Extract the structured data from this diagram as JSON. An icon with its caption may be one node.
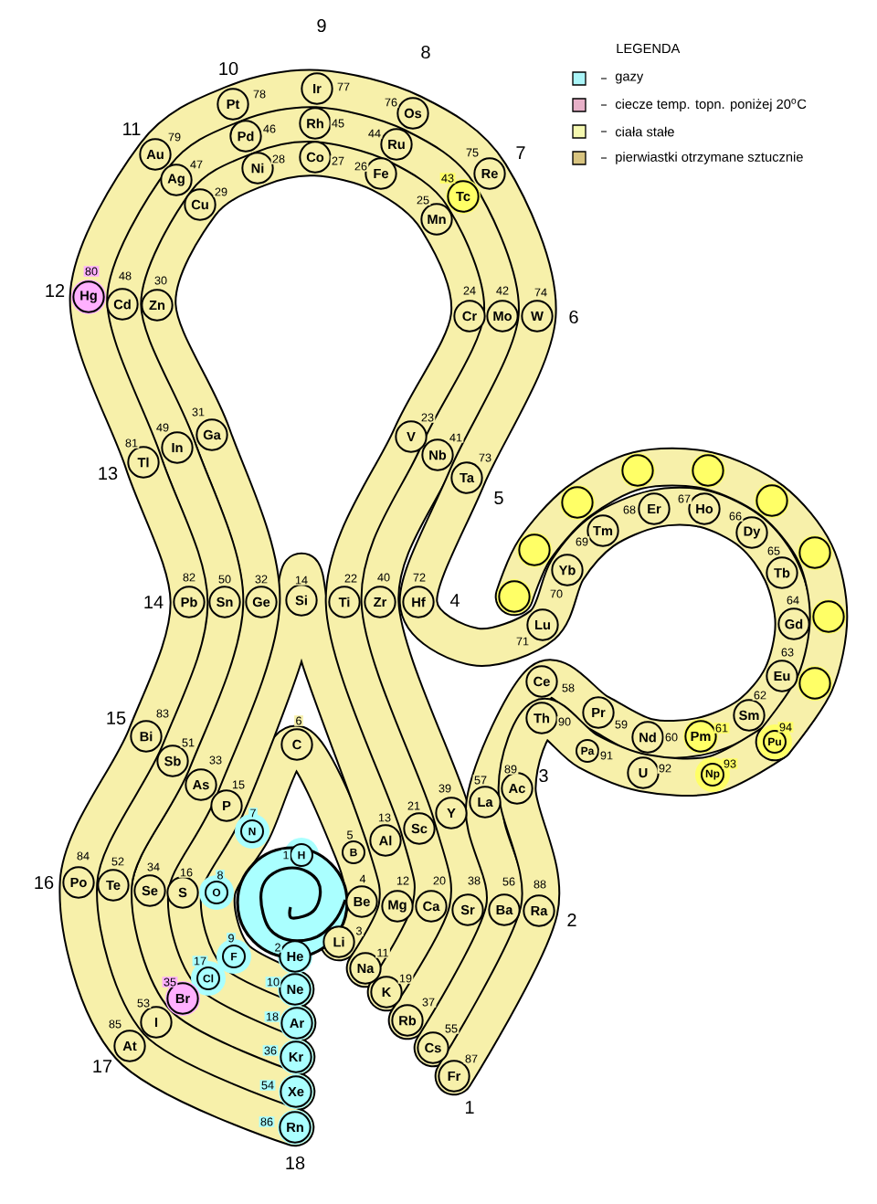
{
  "diagram": {
    "nodes": [
      {
        "text": [
          "H"
        ],
        "beside": [
          "1"
        ]
      },
      {
        "text": [
          "He"
        ],
        "beside": [
          "2"
        ]
      },
      {
        "text": [
          "Li"
        ],
        "beside": [
          "3"
        ]
      },
      {
        "text": [
          "Be"
        ],
        "beside": [
          "4"
        ]
      },
      {
        "text": [
          "B"
        ],
        "beside": [
          "5"
        ]
      },
      {
        "text": [
          "C"
        ],
        "beside": [
          "6"
        ]
      },
      {
        "text": [
          "N"
        ],
        "beside": [
          "7"
        ]
      },
      {
        "text": [
          "O"
        ],
        "beside": [
          "8"
        ]
      },
      {
        "text": [
          "F"
        ],
        "beside": [
          "9"
        ]
      },
      {
        "text": [
          "Ne"
        ],
        "beside": [
          "10"
        ]
      },
      {
        "text": [
          "Na"
        ],
        "beside": [
          "11"
        ]
      },
      {
        "text": [
          "Mg"
        ],
        "beside": [
          "12"
        ]
      },
      {
        "text": [
          "Al"
        ],
        "beside": [
          "13"
        ]
      },
      {
        "text": [
          "Si"
        ],
        "beside": [
          "14"
        ]
      },
      {
        "text": [
          "P"
        ],
        "beside": [
          "15"
        ]
      },
      {
        "text": [
          "S"
        ],
        "beside": [
          "16"
        ]
      },
      {
        "text": [
          "Cl"
        ],
        "beside": [
          "17"
        ]
      },
      {
        "text": [
          "Ar"
        ],
        "beside": [
          "18"
        ]
      },
      {
        "text": [
          "K"
        ],
        "beside": [
          "19"
        ]
      },
      {
        "text": [
          "Ca"
        ],
        "beside": [
          "20"
        ]
      },
      {
        "text": [
          "Sc"
        ],
        "beside": [
          "21"
        ]
      },
      {
        "text": [
          "Ti"
        ],
        "beside": [
          "22"
        ]
      },
      {
        "text": [
          "V"
        ],
        "beside": [
          "23"
        ]
      },
      {
        "text": [
          "Cr"
        ],
        "beside": [
          "24"
        ]
      },
      {
        "text": [
          "Mn"
        ],
        "beside": [
          "25"
        ]
      },
      {
        "text": [
          "Fe"
        ],
        "beside": [
          "26"
        ]
      },
      {
        "text": [
          "Co"
        ],
        "beside": [
          "27"
        ]
      },
      {
        "text": [
          "Ni"
        ],
        "beside": [
          "28"
        ]
      },
      {
        "text": [
          "Cu"
        ],
        "beside": [
          "29"
        ]
      },
      {
        "text": [
          "Zn"
        ],
        "beside": [
          "30"
        ]
      },
      {
        "text": [
          "Ga"
        ],
        "beside": [
          "31"
        ]
      },
      {
        "text": [
          "Ge"
        ],
        "beside": [
          "32"
        ]
      },
      {
        "text": [
          "As"
        ],
        "beside": [
          "33"
        ]
      },
      {
        "text": [
          "Se"
        ],
        "beside": [
          "34"
        ]
      },
      {
        "text": [
          "Br"
        ],
        "beside": [
          "35"
        ]
      },
      {
        "text": [
          "Kr"
        ],
        "beside": [
          "36"
        ]
      },
      {
        "text": [
          "Rb"
        ],
        "beside": [
          "37"
        ]
      },
      {
        "text": [
          "Sr"
        ],
        "beside": [
          "38"
        ]
      },
      {
        "text": [
          "Y"
        ],
        "beside": [
          "39"
        ]
      },
      {
        "text": [
          "Zr"
        ],
        "beside": [
          "40"
        ]
      },
      {
        "text": [
          "Nb"
        ],
        "beside": [
          "41"
        ]
      },
      {
        "text": [
          "Mo"
        ],
        "beside": [
          "42"
        ]
      },
      {
        "text": [
          "Tc"
        ],
        "beside": [
          "43"
        ]
      },
      {
        "text": [
          "Ru"
        ],
        "beside": [
          "44"
        ]
      },
      {
        "text": [
          "Rh"
        ],
        "beside": [
          "45"
        ]
      },
      {
        "text": [
          "Pd"
        ],
        "beside": [
          "46"
        ]
      },
      {
        "text": [
          "Ag"
        ],
        "beside": [
          "47"
        ]
      },
      {
        "text": [
          "Cd"
        ],
        "beside": [
          "48"
        ]
      },
      {
        "text": [
          "In"
        ],
        "beside": [
          "49"
        ]
      },
      {
        "text": [
          "Sn"
        ],
        "beside": [
          "50"
        ]
      },
      {
        "text": [
          "Sb"
        ],
        "beside": [
          "51"
        ]
      },
      {
        "text": [
          "Te"
        ],
        "beside": [
          "52"
        ]
      },
      {
        "text": [
          "I"
        ],
        "beside": [
          "53"
        ]
      },
      {
        "text": [
          "Xe"
        ],
        "beside": [
          "54"
        ]
      },
      {
        "text": [
          "Cs"
        ],
        "beside": [
          "55"
        ]
      },
      {
        "text": [
          "Ba"
        ],
        "beside": [
          "56"
        ]
      },
      {
        "text": [
          "La"
        ],
        "beside": [
          "57"
        ]
      },
      {
        "text": [
          "Ce"
        ],
        "beside": [
          "58"
        ]
      },
      {
        "text": [
          "Pr"
        ],
        "beside": [
          "59"
        ]
      },
      {
        "text": [
          "Nd"
        ],
        "beside": [
          "60"
        ]
      },
      {
        "text": [
          "Pm"
        ],
        "beside": [
          "61"
        ]
      },
      {
        "text": [
          "Sm"
        ],
        "beside": [
          "62"
        ]
      },
      {
        "text": [
          "Eu"
        ],
        "beside": [
          "63"
        ]
      },
      {
        "text": [
          "Gd"
        ],
        "beside": [
          "64"
        ]
      },
      {
        "text": [
          "Tb"
        ],
        "beside": [
          "65"
        ]
      },
      {
        "text": [
          "Dy"
        ],
        "beside": [
          "66"
        ]
      },
      {
        "text": [
          "Ho"
        ],
        "beside": [
          "67"
        ]
      },
      {
        "text": [
          "Er"
        ],
        "beside": [
          "68"
        ]
      },
      {
        "text": [
          "Tm"
        ],
        "beside": [
          "69"
        ]
      },
      {
        "text": [
          "Yb"
        ],
        "beside": [
          "70"
        ]
      },
      {
        "text": [
          "Lu"
        ],
        "beside": [
          "71"
        ]
      },
      {
        "text": [
          "Hf"
        ],
        "beside": [
          "72"
        ]
      },
      {
        "text": [
          "Ta"
        ],
        "beside": [
          "73"
        ]
      },
      {
        "text": [
          "W"
        ],
        "beside": [
          "74"
        ]
      },
      {
        "text": [
          "Re"
        ],
        "beside": [
          "75"
        ]
      },
      {
        "text": [
          "Os"
        ],
        "beside": [
          "76"
        ]
      },
      {
        "text": [
          "Ir"
        ],
        "beside": [
          "77"
        ]
      },
      {
        "text": [
          "Pt"
        ],
        "beside": [
          "78"
        ]
      },
      {
        "text": [
          "Au"
        ],
        "beside": [
          "79"
        ]
      },
      {
        "text": [
          "Hg"
        ],
        "beside": [
          "80"
        ]
      },
      {
        "text": [
          "Tl"
        ],
        "beside": [
          "81"
        ]
      },
      {
        "text": [
          "Pb"
        ],
        "beside": [
          "82"
        ]
      },
      {
        "text": [
          "Bi"
        ],
        "beside": [
          "83"
        ]
      },
      {
        "text": [
          "Po"
        ],
        "beside": [
          "84"
        ]
      },
      {
        "text": [
          "At"
        ],
        "beside": [
          "85"
        ]
      },
      {
        "text": [
          "Rn"
        ],
        "beside": [
          "86"
        ]
      },
      {
        "text": [
          "Fr"
        ],
        "beside": [
          "87"
        ]
      },
      {
        "text": [
          "Ra"
        ],
        "beside": [
          "88"
        ]
      },
      {
        "text": [
          "Ac"
        ],
        "beside": [
          "89"
        ]
      },
      {
        "text": [
          "Th"
        ],
        "beside": [
          "90"
        ]
      },
      {
        "text": [
          "Pa"
        ],
        "beside": [
          "91"
        ]
      },
      {
        "text": [
          "U"
        ],
        "beside": [
          "92"
        ]
      },
      {
        "text": [
          "Np"
        ],
        "beside": [
          "93"
        ]
      },
      {
        "text": [
          "Pu"
        ],
        "beside": [
          "94"
        ]
      },
      {
        "text": [],
        "shape": "circle"
      },
      {
        "text": [],
        "shape": "circle"
      },
      {
        "text": [],
        "shape": "circle"
      },
      {
        "text": [],
        "shape": "circle"
      },
      {
        "text": [],
        "shape": "circle"
      },
      {
        "text": [],
        "shape": "circle"
      },
      {
        "text": [],
        "shape": "circle"
      },
      {
        "text": [],
        "shape": "circle"
      },
      {
        "text": [],
        "shape": "circle"
      }
    ],
    "edges": [],
    "labels": [
      "LEGENDA",
      "1",
      "2",
      "3",
      "4",
      "5",
      "6",
      "7",
      "8",
      "9",
      "10",
      "11",
      "12",
      "13",
      "14",
      "15",
      "16",
      "17",
      "18"
    ],
    "legend": [
      {
        "text": "gazy",
        "color": "#aaf5f8"
      },
      {
        "text": "ciecze temp. topn. poniżej 20$^{o}$C",
        "color": "#e8b0c8"
      },
      {
        "text": "ciała stałe",
        "color": "#f5f8b0"
      },
      {
        "text": "pierwiastki otrzymane sztucznie",
        "color": "#d8c480"
      }
    ]
  }
}
